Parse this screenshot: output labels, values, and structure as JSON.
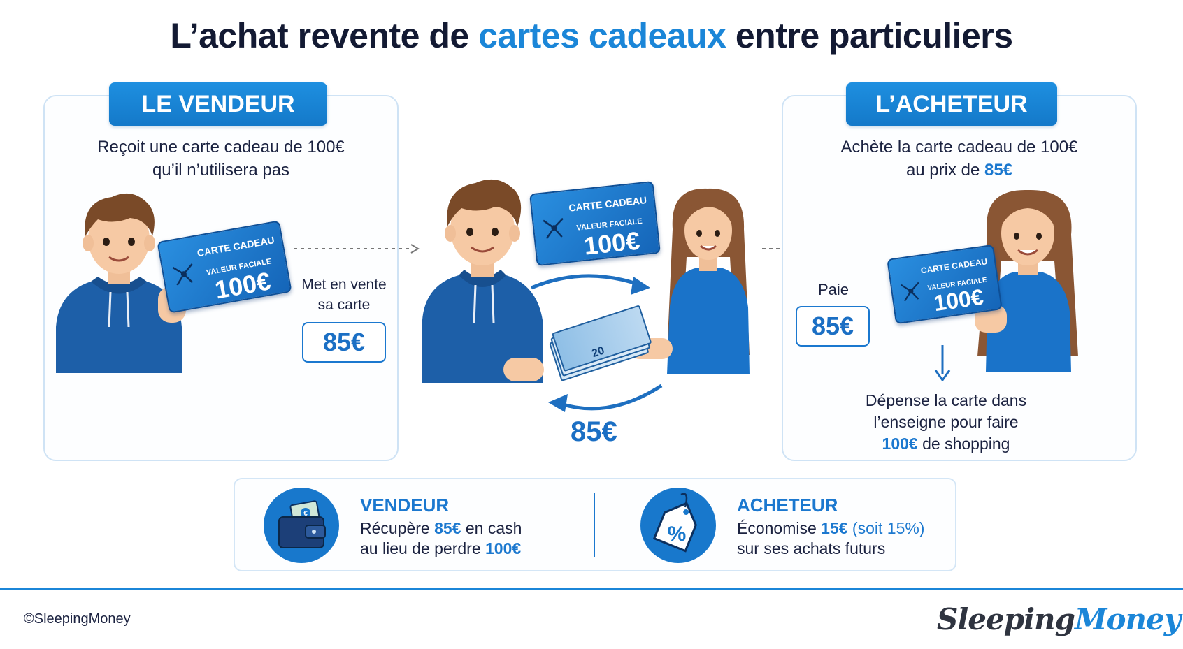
{
  "title": {
    "part1": "L’achat revente de ",
    "accent": "cartes cadeaux",
    "part2": " entre particuliers"
  },
  "seller": {
    "badge": "LE VENDEUR",
    "desc_line1": "Reçoit une carte cadeau de 100€",
    "desc_line2": "qu’il n’utilisera pas",
    "sell_line1": "Met en vente",
    "sell_line2": "sa carte",
    "price": "85€"
  },
  "card": {
    "label": "CARTE CADEAU",
    "face_label": "VALEUR FACIALE",
    "value": "100€"
  },
  "exchange": {
    "amount": "85€",
    "banknote": "20"
  },
  "buyer": {
    "badge": "L’ACHETEUR",
    "desc_line1": "Achète la carte cadeau de 100€",
    "desc_line2_prefix": "au prix de ",
    "desc_line2_price": "85€",
    "pay_label": "Paie",
    "price": "85€",
    "spend_line1": "Dépense la carte dans",
    "spend_line2": "l’enseigne pour faire",
    "spend_line3_amount": "100€",
    "spend_line3_rest": " de shopping"
  },
  "summary": {
    "seller_title": "VENDEUR",
    "seller_l1_a": "Récupère ",
    "seller_l1_b": "85€",
    "seller_l1_c": " en cash",
    "seller_l2_a": "au lieu de perdre ",
    "seller_l2_b": "100€",
    "seller_icon_symbol": "€",
    "buyer_title": "ACHETEUR",
    "buyer_l1_a": "Économise ",
    "buyer_l1_b": "15€",
    "buyer_l1_c": " (soit 15%)",
    "buyer_l2": "sur ses achats futurs",
    "buyer_icon_symbol": "%"
  },
  "footer": {
    "copyright": "©SleepingMoney",
    "logo_a": "Sleeping",
    "logo_b": "Money"
  },
  "colors": {
    "accent": "#1b86d8",
    "hoodie": "#1d5fa8",
    "hair": "#7a4a28",
    "skin": "#f6c9a4"
  }
}
